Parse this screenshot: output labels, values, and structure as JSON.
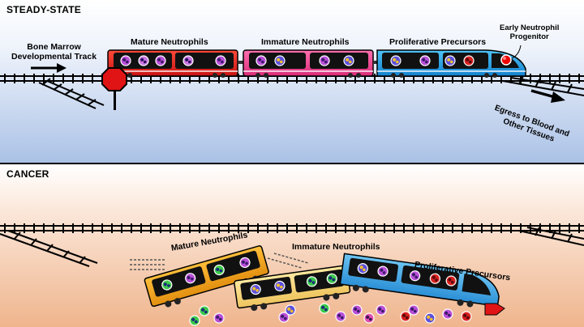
{
  "steady_state": {
    "title": "STEADY-STATE",
    "track_label": [
      "Bone Marrow",
      "Developmental Track"
    ],
    "car_labels": {
      "mature": "Mature Neutrophils",
      "immature": "Immature Neutrophils",
      "proliferative": "Proliferative Precursors"
    },
    "engine_label": [
      "Early Neutrophil",
      "Progenitor"
    ],
    "egress_label": [
      "Egress to Blood and",
      "Other Tissues"
    ]
  },
  "cancer": {
    "title": "CANCER",
    "car_labels": {
      "mature": "Mature Neutrophils",
      "immature": "Immature Neutrophils",
      "proliferative": "Proliferative Precursors"
    }
  },
  "colors": {
    "mature_car": "#e02020",
    "immature_car": "#ec3f8c",
    "proliferative_car": "#1e9be0",
    "cancer_mature_car": "#f3a51e",
    "cancer_immature_car": "#f6d77a",
    "cancer_proliferative_car": "#4aa8e2",
    "steady_background": "#aac1e6",
    "cancer_background": "#efb58d"
  }
}
